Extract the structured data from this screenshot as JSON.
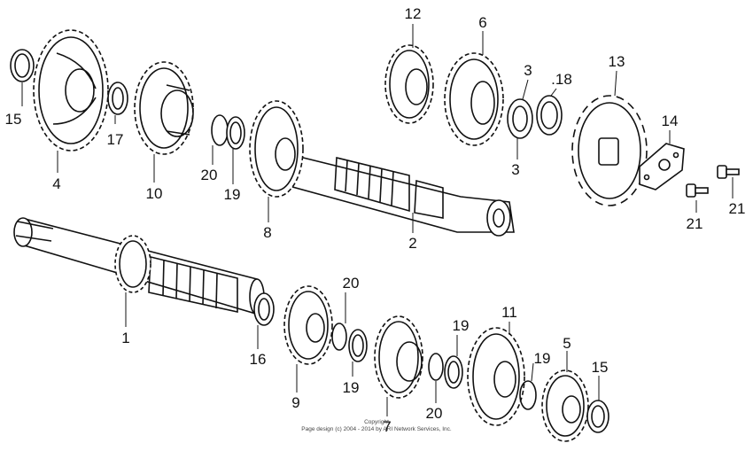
{
  "labels": {
    "p1": "1",
    "p2": "2",
    "p3a": "3",
    "p3b": "3",
    "p4": "4",
    "p5": "5",
    "p6": "6",
    "p7": "7",
    "p8": "8",
    "p9": "9",
    "p10": "10",
    "p11": "11",
    "p12": "12",
    "p13": "13",
    "p14": "14",
    "p15a": "15",
    "p15b": "15",
    "p16": "16",
    "p17": "17",
    "p18": ".18",
    "p19a": "19",
    "p19b": "19",
    "p19c": "19",
    "p19d": "19",
    "p20a": "20",
    "p20b": "20",
    "p20c": "20",
    "p21a": "21",
    "p21b": "21"
  },
  "copyright": {
    "line1": "Copyright",
    "line2": "Page design (c) 2004 - 2014 by ARI Network Services, Inc."
  }
}
